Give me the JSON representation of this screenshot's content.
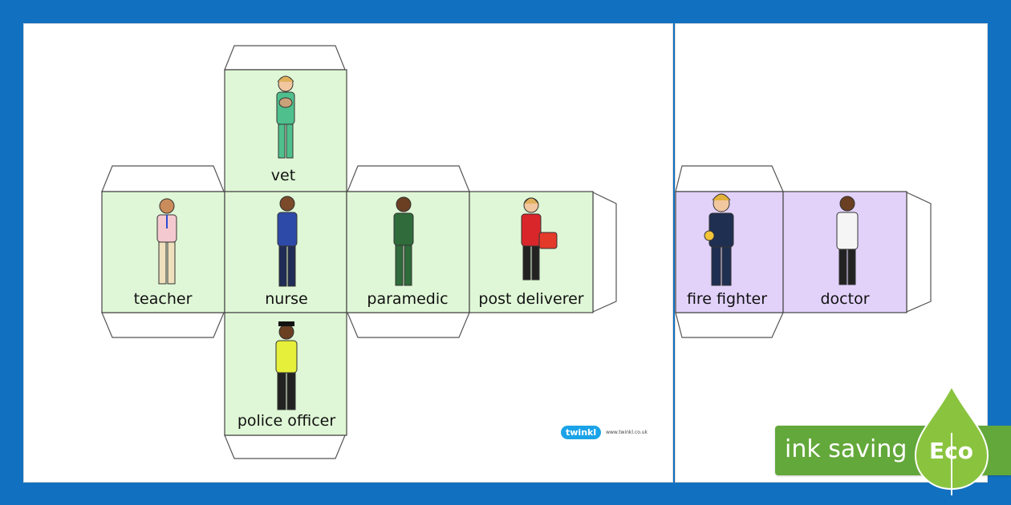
{
  "cube_left": {
    "faces": [
      {
        "name": "vet",
        "label": "vet"
      },
      {
        "name": "teacher",
        "label": "teacher"
      },
      {
        "name": "nurse",
        "label": "nurse"
      },
      {
        "name": "paramedic",
        "label": "paramedic"
      },
      {
        "name": "post-deliverer",
        "label": "post deliverer"
      },
      {
        "name": "police-officer",
        "label": "police officer"
      }
    ],
    "face_color": "#dff7d6"
  },
  "cube_right": {
    "faces": [
      {
        "name": "fire-fighter",
        "label": "fire fighter"
      },
      {
        "name": "doctor",
        "label": "doctor"
      }
    ],
    "face_color": "#e2d2fa"
  },
  "logo": {
    "brand": "twinkl",
    "url": "www.twinkl.co.uk"
  },
  "eco_badge": {
    "text": "ink saving",
    "word": "Eco",
    "color": "#63a83a",
    "icon": "leaf-icon"
  },
  "background_color": "#1270c0"
}
